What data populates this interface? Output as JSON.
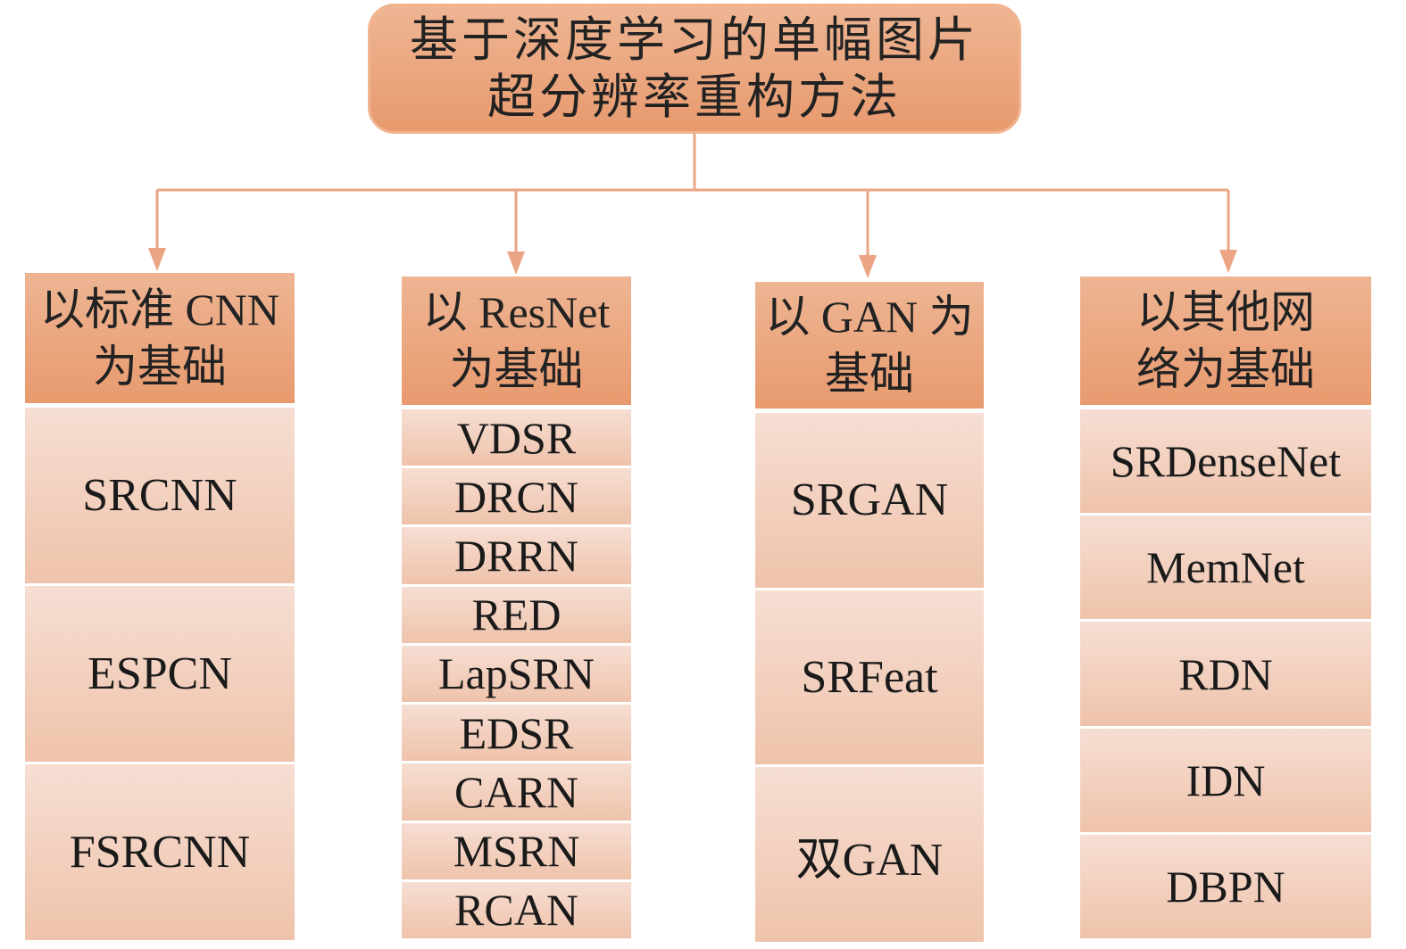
{
  "root": {
    "line1": "基于深度学习的单幅图片",
    "line2": "超分辨率重构方法"
  },
  "columns": [
    {
      "header_line1": "以标准 CNN",
      "header_line2": "为基础",
      "items": [
        "SRCNN",
        "ESPCN",
        "FSRCNN"
      ]
    },
    {
      "header_line1": "以 ResNet",
      "header_line2": "为基础",
      "items": [
        "VDSR",
        "DRCN",
        "DRRN",
        "RED",
        "LapSRN",
        "EDSR",
        "CARN",
        "MSRN",
        "RCAN"
      ]
    },
    {
      "header_line1": "以 GAN 为",
      "header_line2": "基础",
      "items": [
        "SRGAN",
        "SRFeat",
        "双GAN"
      ]
    },
    {
      "header_line1": "以其他网",
      "header_line2": "络为基础",
      "items": [
        "SRDenseNet",
        "MemNet",
        "RDN",
        "IDN",
        "DBPN"
      ]
    }
  ],
  "colors": {
    "header_top": "#eeb593",
    "header_bottom": "#e89a6e",
    "item_top": "#f6ded3",
    "item_bottom": "#efc3ab",
    "connector": "#eba584"
  }
}
